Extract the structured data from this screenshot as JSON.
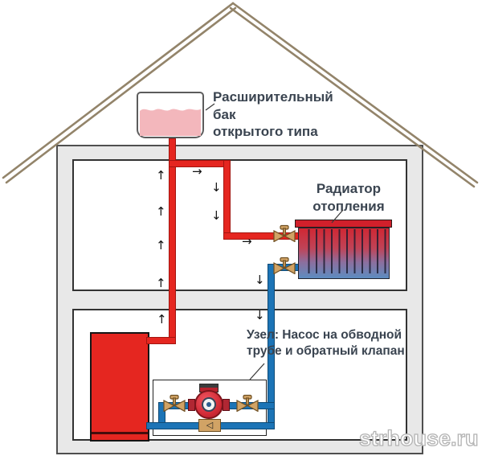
{
  "labels": {
    "expansion_tank": {
      "line1": "Расширительный бак",
      "line2": "открытого типа"
    },
    "radiator": {
      "line1": "Радиатор",
      "line2": "отопления"
    },
    "pump_node": {
      "line1": "Узел: Насос на обводной",
      "line2": "трубе и обратный клапан"
    }
  },
  "watermark": {
    "text": "strhouse.ru"
  },
  "icons": {
    "flow_up_arrow": "↑",
    "flow_down_arrow": "↓",
    "flow_right_arrow": "→",
    "check_valve_arrow": "◁"
  },
  "colors": {
    "supply_pipe": "#e52620",
    "supply_pipe_edge": "#a31510",
    "return_pipe": "#1c74b6",
    "return_pipe_edge": "#0f4a75",
    "valve_body": "#d1a365",
    "valve_edge": "#6f4f22",
    "boiler": "#e52620",
    "pump_body": "#d12a36",
    "radiator_top": "#d1202b",
    "radiator_hot": "#d02733",
    "radiator_cold": "#5c8cc0",
    "tank_liquid": "#f3b7bc",
    "wall_fill": "#e8e8e8",
    "wall_edge": "#4f4f4f",
    "room_edge": "#323232",
    "roof": "#93846a",
    "label_text": "#3a4450",
    "arrow": "#111111",
    "watermark_fill": "#ffffff",
    "watermark_stroke": "#b3b3b3"
  }
}
